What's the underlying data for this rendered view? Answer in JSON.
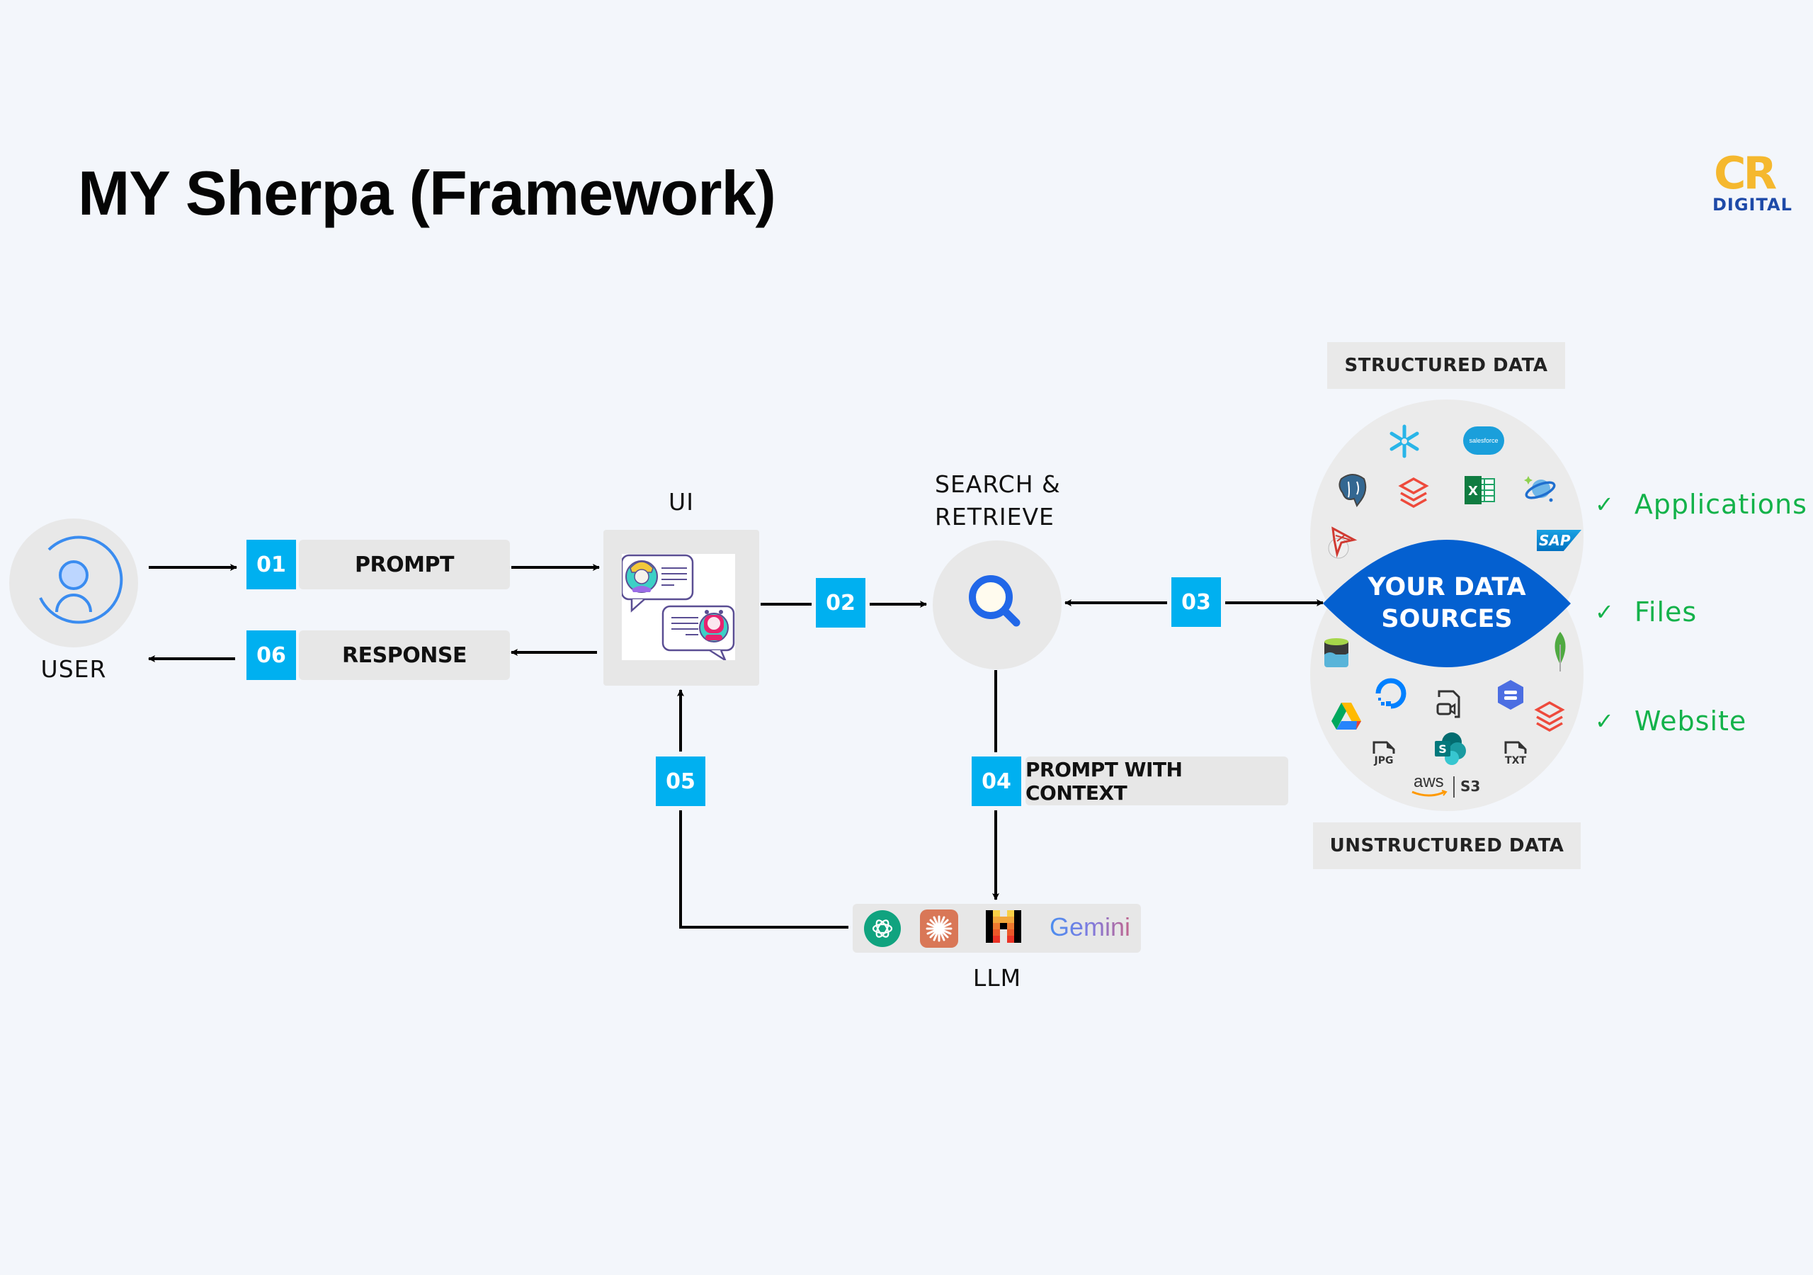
{
  "title": "MY Sherpa (Framework)",
  "logo": {
    "mark": "CR",
    "text": "DIGITAL",
    "colors": {
      "mark": "#f5b82e",
      "text": "#1e4aa8"
    }
  },
  "colors": {
    "badge": "#00b0f0",
    "data_sources": "#0460d0",
    "check": "#13b24a",
    "search_icon": "#2167e8",
    "user_icon": "#3a8cf0"
  },
  "nodes": {
    "user": {
      "label": "USER",
      "icon": "user-icon"
    },
    "ui": {
      "label": "UI",
      "icon": "chat-conversation-icon"
    },
    "search": {
      "label_line1": "SEARCH &",
      "label_line2": "RETRIEVE",
      "icon": "search-icon"
    },
    "llm": {
      "label": "LLM",
      "providers": [
        {
          "name": "ChatGPT",
          "icon": "openai-icon"
        },
        {
          "name": "Claude",
          "icon": "anthropic-icon"
        },
        {
          "name": "Mistral",
          "icon": "mistral-icon"
        },
        {
          "name": "Gemini",
          "icon": "gemini-wordmark",
          "text": "Gemini"
        }
      ]
    },
    "data_sources": {
      "label_line1": "YOUR DATA",
      "label_line2": "SOURCES",
      "structured_label": "STRUCTURED DATA",
      "unstructured_label": "UNSTRUCTURED DATA",
      "structured_icons": [
        "snowflake",
        "salesforce",
        "postgresql",
        "databricks",
        "excel",
        "cosmos-db",
        "sql-server",
        "sap"
      ],
      "unstructured_icons": [
        "azure-storage",
        "mongodb",
        "google-drive",
        "digitalocean",
        "video-file",
        "database-hex",
        "databricks",
        "jpg-file",
        "sharepoint",
        "txt-file",
        "aws-s3"
      ],
      "salesforce_text": "salesforce",
      "sap_text": "SAP",
      "excel_text": "X",
      "sharepoint_text": "S",
      "jpg_text": "JPG",
      "txt_text": "TXT",
      "aws_text": "aws",
      "s3_text": "S3"
    }
  },
  "steps": [
    {
      "num": "01",
      "label": "PROMPT"
    },
    {
      "num": "02",
      "label": ""
    },
    {
      "num": "03",
      "label": ""
    },
    {
      "num": "04",
      "label": "PROMPT WITH CONTEXT"
    },
    {
      "num": "05",
      "label": ""
    },
    {
      "num": "06",
      "label": "RESPONSE"
    }
  ],
  "source_types": [
    {
      "check": "✓",
      "label": "Applications"
    },
    {
      "check": "✓",
      "label": "Files"
    },
    {
      "check": "✓",
      "label": "Website"
    }
  ]
}
